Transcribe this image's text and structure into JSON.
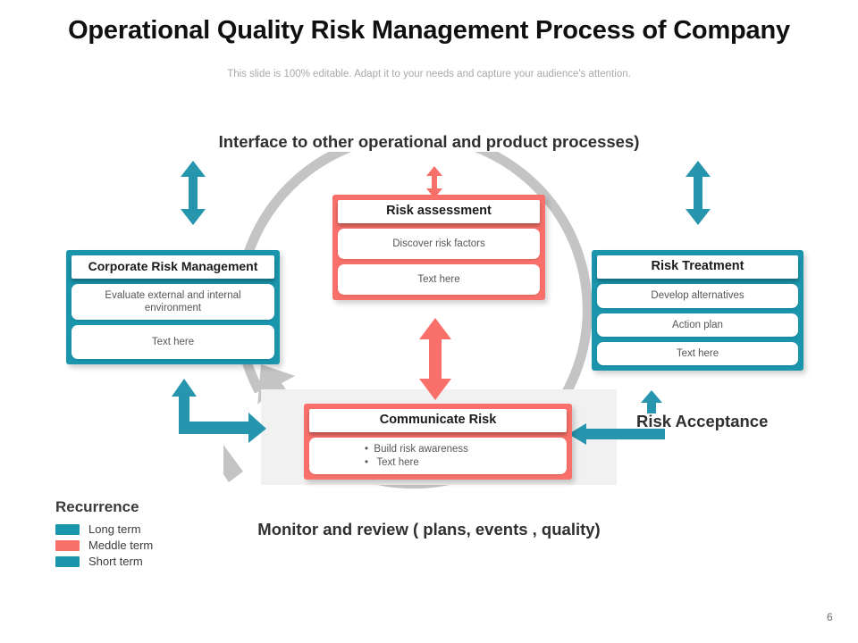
{
  "slide": {
    "title": "Operational Quality Risk Management Process of Company",
    "subtitle": "This slide is 100% editable. Adapt it to your needs and capture your audience's attention.",
    "page_number": "6"
  },
  "captions": {
    "top": "Interface to other operational and product processes)",
    "bottom": "Monitor and review ( plans, events , quality)",
    "right": "Risk Acceptance"
  },
  "cards": {
    "corporate": {
      "title": "Corporate Risk Management",
      "items": [
        "Evaluate external and internal environment",
        "Text here"
      ],
      "color": "#1a95ac"
    },
    "assessment": {
      "title": "Risk assessment",
      "items": [
        "Discover risk factors",
        "Text here"
      ],
      "color": "#f9706a"
    },
    "treatment": {
      "title": "Risk Treatment",
      "items": [
        "Develop alternatives",
        "Action plan",
        "Text here"
      ],
      "color": "#1a95ac"
    },
    "communicate": {
      "title": "Communicate Risk",
      "bullets": [
        "Build risk awareness",
        " Text here"
      ],
      "color": "#f9706a"
    }
  },
  "legend": {
    "title": "Recurrence",
    "items": [
      {
        "label": "Long term",
        "color": "#1a95ac"
      },
      {
        "label": "Meddle term",
        "color": "#f9706a"
      },
      {
        "label": "Short term",
        "color": "#1a95ac"
      }
    ]
  },
  "colors": {
    "teal": "#1a95ac",
    "coral": "#f9706a",
    "ring_gray": "#bdbdbd",
    "panel_gray": "#f1f1f1"
  }
}
